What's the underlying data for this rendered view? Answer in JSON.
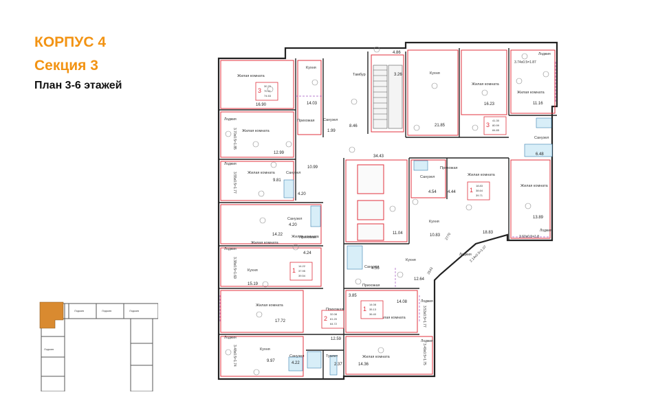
{
  "header": {
    "building": "КОРПУС 4",
    "section": "Секция 3",
    "plan": "План 3-6 этажей"
  },
  "colors": {
    "accent": "#f29313",
    "wall": "#222222",
    "apartment_outline": "#e0303c",
    "partition": "#a050c0",
    "highlight": "#d98a30"
  },
  "rooms": [
    {
      "label": "Жилая комната",
      "area": "16.90"
    },
    {
      "label": "Кухня",
      "area": "14.03"
    },
    {
      "label": "Тамбур",
      "area": "8.46"
    },
    {
      "label": "",
      "area": "4.86"
    },
    {
      "label": "",
      "area": "3.26"
    },
    {
      "label": "Кухня",
      "area": "21.85"
    },
    {
      "label": "Жилая комната",
      "area": "16.23"
    },
    {
      "label": "Жилая комната",
      "area": "11.16"
    },
    {
      "label": "Прихожая",
      "area": "10.99"
    },
    {
      "label": "Санузел",
      "area": "1.99"
    },
    {
      "label": "Жилая комната",
      "area": "12.99"
    },
    {
      "label": "",
      "area": "34.43"
    },
    {
      "label": "Санузел",
      "area": "6.48"
    },
    {
      "label": "Жилая комната",
      "area": "9.81"
    },
    {
      "label": "Санузел",
      "area": "4.20"
    },
    {
      "label": "Санузел",
      "area": "4.20"
    },
    {
      "label": "Прихожая",
      "area": "4.44"
    },
    {
      "label": "Санузел",
      "area": "4.54"
    },
    {
      "label": "Жилая комната",
      "area": "13.89"
    },
    {
      "label": "",
      "area": "11.04"
    },
    {
      "label": "Кухня",
      "area": "10.83"
    },
    {
      "label": "",
      "area": "18.83"
    },
    {
      "label": "Жилая комната",
      "area": "14.22"
    },
    {
      "label": "Прихожая",
      "area": "4.24"
    },
    {
      "label": "Кухня",
      "area": "15.19"
    },
    {
      "label": "Санузел",
      "area": "4.56"
    },
    {
      "label": "Кухня",
      "area": "12.64"
    },
    {
      "label": "Прихожая",
      "area": "3.85"
    },
    {
      "label": "Жилая комната",
      "area": "14.08"
    },
    {
      "label": "Жилая комната",
      "area": "17.72"
    },
    {
      "label": "Прихожая",
      "area": "12.59"
    },
    {
      "label": "Кухня",
      "area": "9.97"
    },
    {
      "label": "Санузел",
      "area": "4.22"
    },
    {
      "label": "Туалет",
      "area": "2.37"
    },
    {
      "label": "Жилая комната",
      "area": "14.36"
    },
    {
      "label": "Жилая комната",
      "area": ""
    },
    {
      "label": "Жилая комната",
      "area": ""
    },
    {
      "label": "Прихожая",
      "area": ""
    }
  ],
  "apartments": [
    {
      "rooms": "3",
      "a1": "30.70",
      "a2": "70.91",
      "a3": "74.53"
    },
    {
      "rooms": "3",
      "a1": "41.30",
      "a2": "80.99",
      "a3": "84.85"
    },
    {
      "rooms": "1",
      "a1": "18.83",
      "a2": "38.64",
      "a3": "39.71"
    },
    {
      "rooms": "1",
      "a1": "14.22",
      "a2": "37.95",
      "a3": "39.54"
    },
    {
      "rooms": "1",
      "a1": "14.08",
      "a2": "35.13",
      "a3": "36.40"
    },
    {
      "rooms": "2",
      "a1": "32.08",
      "a2": "61.20",
      "a3": "64.72"
    }
  ],
  "loggias": [
    {
      "label": "Лоджия",
      "formula": "3.74x0.5=1.87"
    },
    {
      "label": "Лоджия",
      "formula": "3.70x0.5=1.85"
    },
    {
      "label": "Лоджия",
      "formula": "3.55x0.5=1.77"
    },
    {
      "label": "Лоджия",
      "formula": "3.38x0.5=1.69"
    },
    {
      "label": "Лоджия",
      "formula": "3.48x0.5=1.74"
    },
    {
      "label": "Лоджия",
      "formula": "3.60x0.5=1.8"
    },
    {
      "label": "Лоджия",
      "formula": "2.14x0.5=1.07"
    },
    {
      "label": "Лоджия",
      "formula": "3.53x0.5=1.77"
    },
    {
      "label": "Лоджия",
      "formula": "3.49x0.5=1.75"
    }
  ],
  "dimensions": [
    "2770",
    "2543"
  ],
  "keyplan": {
    "labels": [
      "Лоджия",
      "Лоджия",
      "Лоджия",
      "Лоджия"
    ]
  }
}
